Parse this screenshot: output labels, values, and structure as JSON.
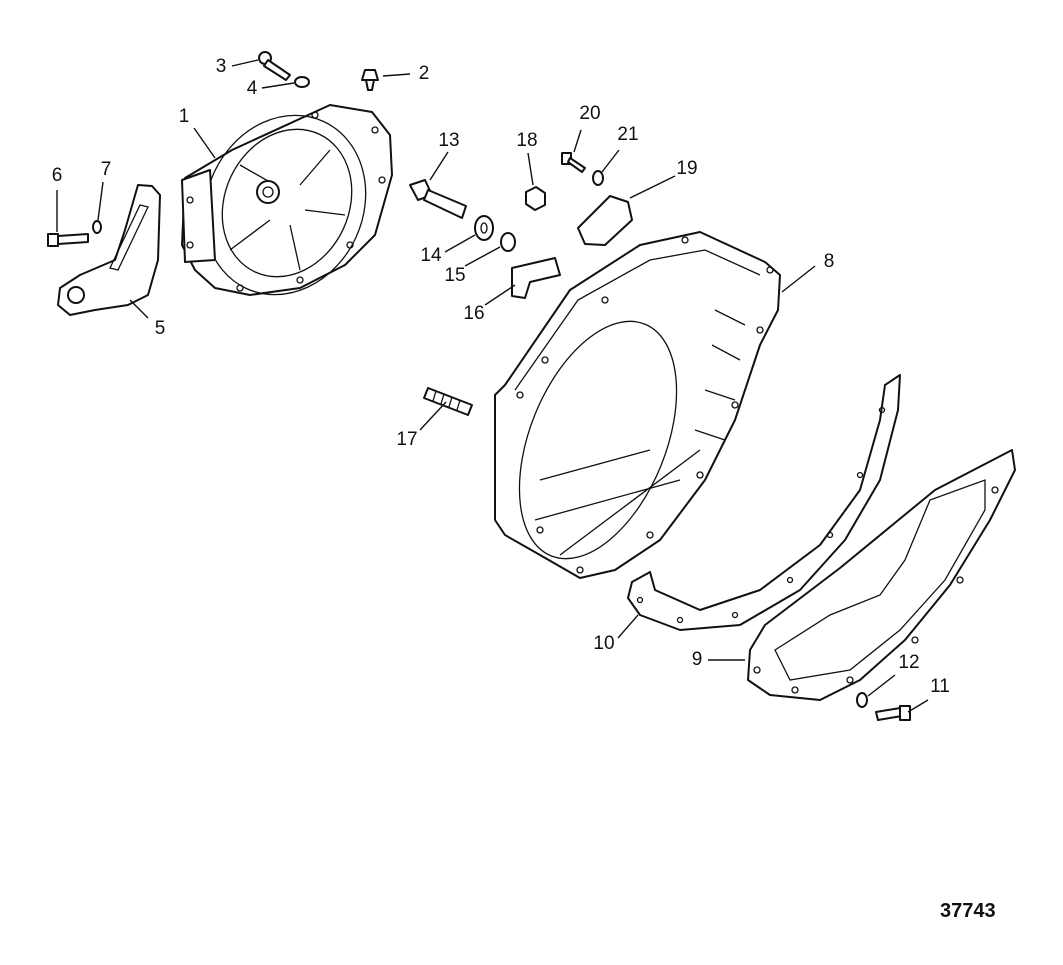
{
  "figure_number": "37743",
  "callouts": [
    {
      "id": "1",
      "label": "1"
    },
    {
      "id": "2",
      "label": "2"
    },
    {
      "id": "3",
      "label": "3"
    },
    {
      "id": "4",
      "label": "4"
    },
    {
      "id": "5",
      "label": "5"
    },
    {
      "id": "6",
      "label": "6"
    },
    {
      "id": "7",
      "label": "7"
    },
    {
      "id": "8",
      "label": "8"
    },
    {
      "id": "9",
      "label": "9"
    },
    {
      "id": "10",
      "label": "10"
    },
    {
      "id": "11",
      "label": "11"
    },
    {
      "id": "12",
      "label": "12"
    },
    {
      "id": "13",
      "label": "13"
    },
    {
      "id": "14",
      "label": "14"
    },
    {
      "id": "15",
      "label": "15"
    },
    {
      "id": "16",
      "label": "16"
    },
    {
      "id": "17",
      "label": "17"
    },
    {
      "id": "18",
      "label": "18"
    },
    {
      "id": "19",
      "label": "19"
    },
    {
      "id": "20",
      "label": "20"
    },
    {
      "id": "21",
      "label": "21"
    }
  ]
}
